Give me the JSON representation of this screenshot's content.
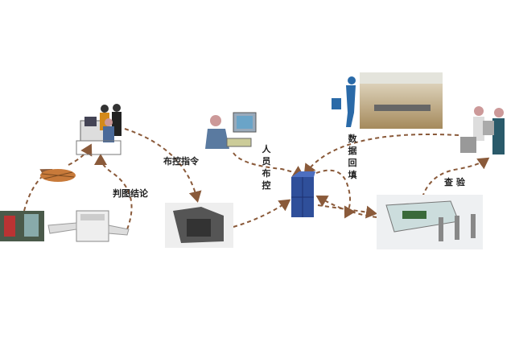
{
  "labels": {
    "dispatch_command": "布控指令",
    "judgement_result": "判图结论",
    "personnel_control": "人员布控",
    "data_backfill": "数据回填",
    "inspection": "查 验"
  },
  "colors": {
    "arrow": "#8a5a3a",
    "server": "#2f4f9a"
  }
}
